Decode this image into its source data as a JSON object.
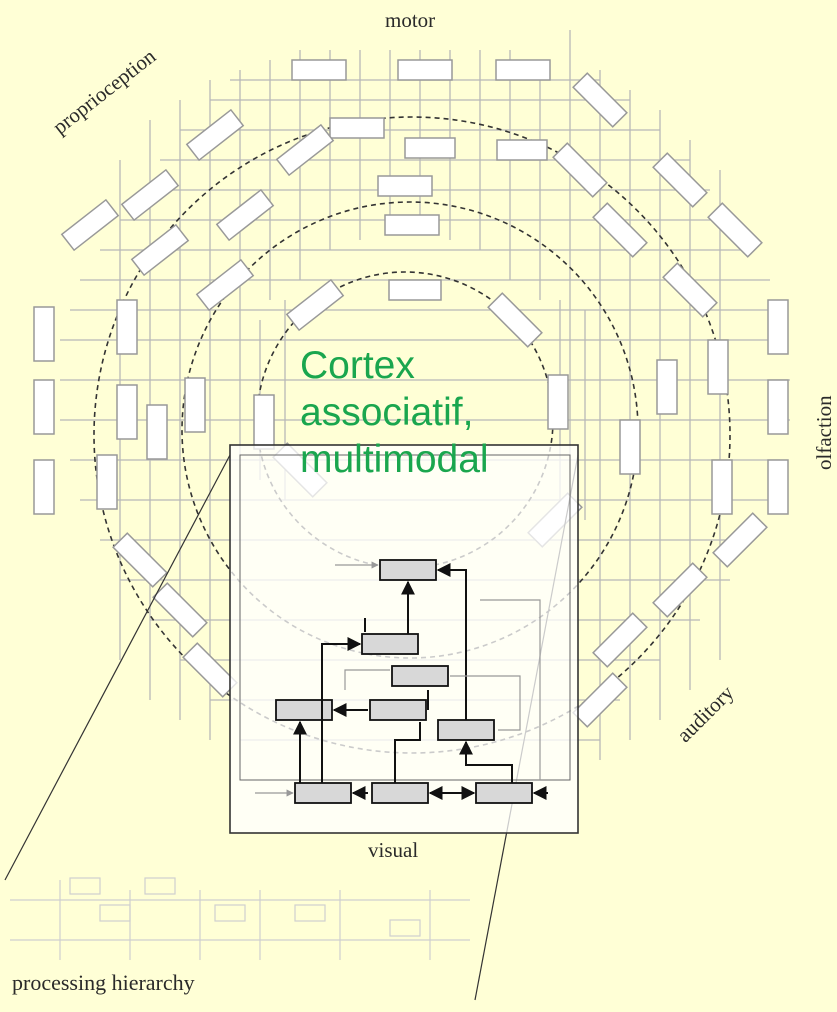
{
  "labels": {
    "motor": "motor",
    "proprioception": "proprioception",
    "olfaction": "olfaction",
    "auditory": "auditory",
    "visual": "visual",
    "processing_hierarchy": "processing hierarchy"
  },
  "center": {
    "line1": "Cortex",
    "line2": "associatif,",
    "line3": "multimodal"
  },
  "colors": {
    "background": "#ffffd6",
    "center_text": "#1aa64e",
    "outer_boxes": "#9a9a9a",
    "inset_boxes": "#202020"
  }
}
